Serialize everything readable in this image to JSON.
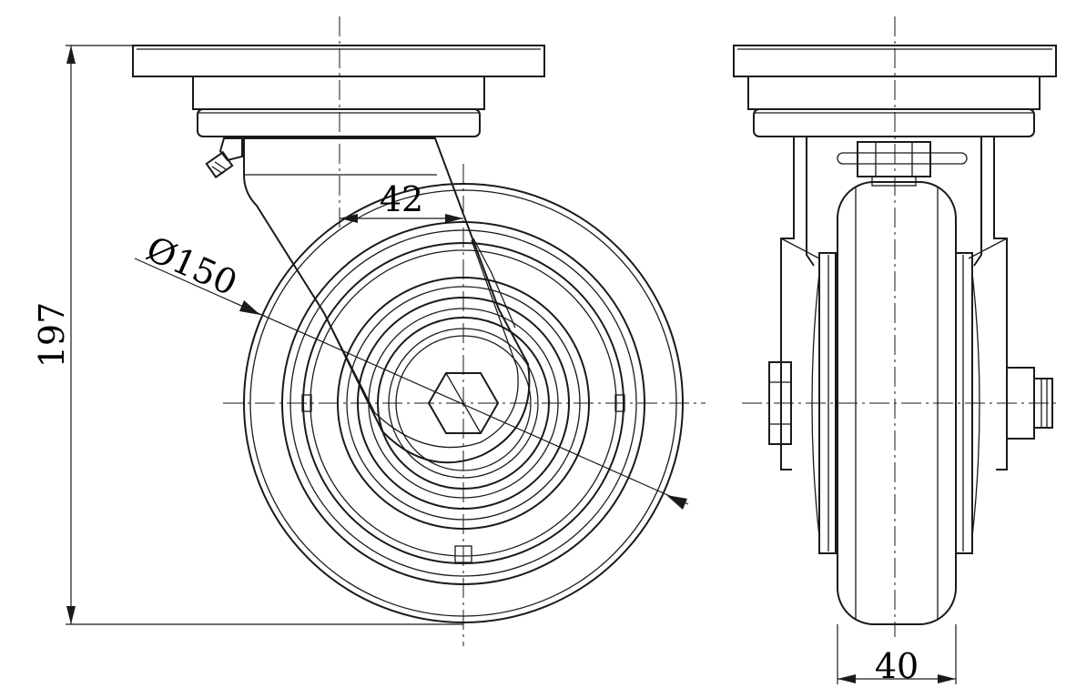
{
  "dimensions": {
    "overall_height": "197",
    "swivel_offset": "42",
    "wheel_diameter": "Ø150",
    "wheel_width": "40"
  }
}
